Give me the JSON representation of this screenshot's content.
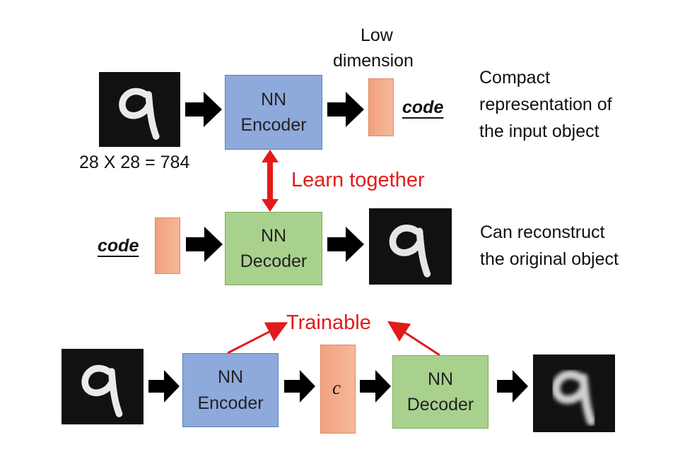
{
  "top": {
    "input_size": "28 X 28 = 784",
    "encoder": [
      "NN",
      "Encoder"
    ],
    "low_dim": [
      "Low",
      "dimension"
    ],
    "code": "code",
    "description": [
      "Compact",
      "representation of",
      "the input object"
    ]
  },
  "middle": {
    "learn_together": "Learn together",
    "code": "code",
    "decoder": [
      "NN",
      "Decoder"
    ],
    "description": [
      "Can reconstruct",
      "the original object"
    ]
  },
  "bottom": {
    "trainable": "Trainable",
    "encoder": [
      "NN",
      "Encoder"
    ],
    "code_symbol": "c",
    "decoder": [
      "NN",
      "Decoder"
    ]
  },
  "colors": {
    "encoder": "#8ea9db",
    "decoder": "#a9d18e",
    "code": "#f4ab8a",
    "highlight": "#e21a1a"
  }
}
